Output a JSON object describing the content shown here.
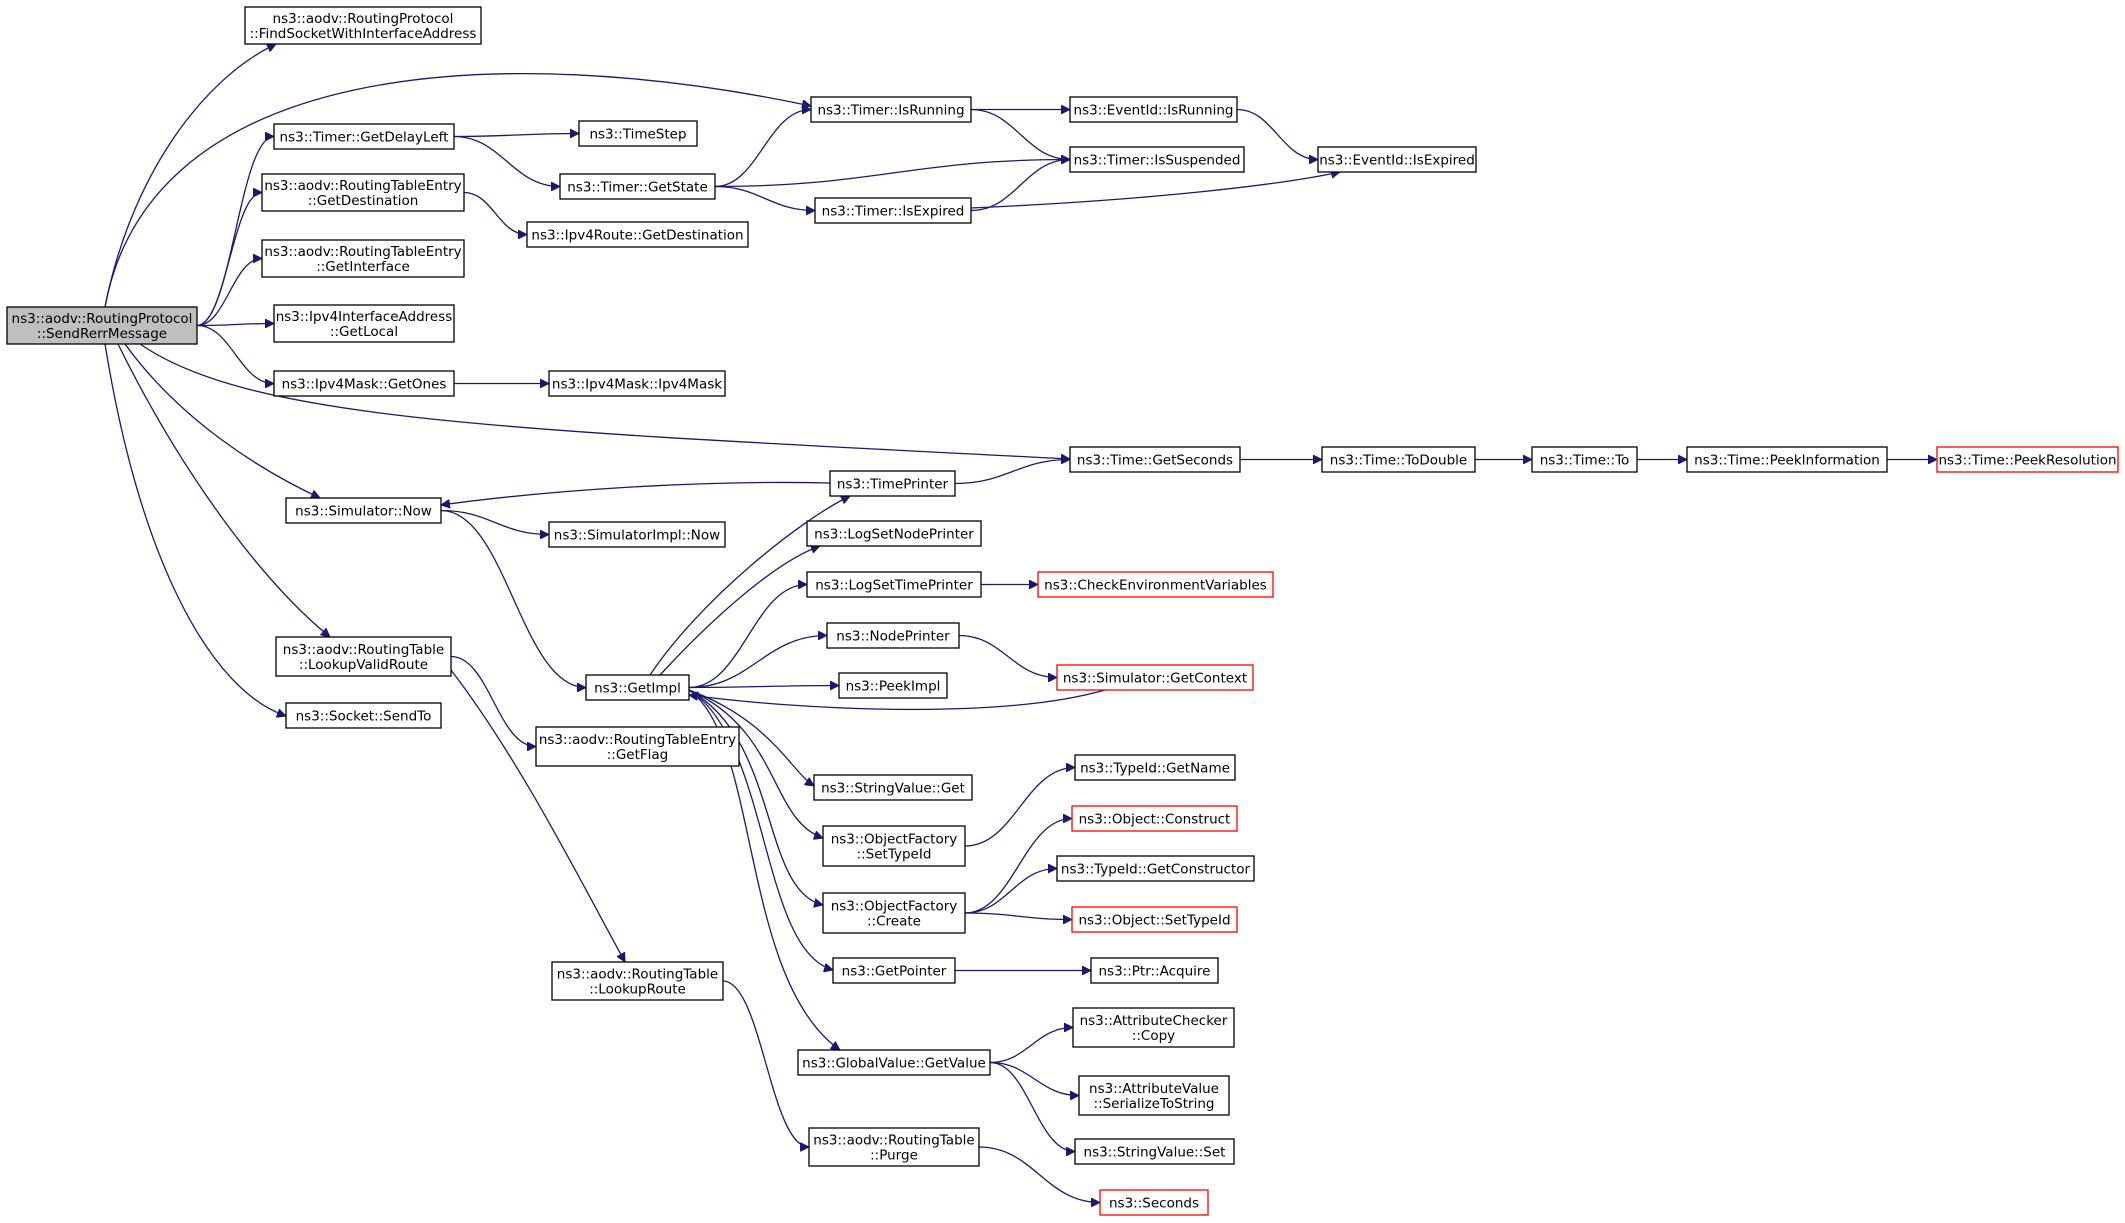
{
  "graph": {
    "title": "",
    "colors": {
      "edge": "#191970",
      "node_border": "#000000",
      "root_fill": "#bfbfbf",
      "truncated_border": "#ff0000"
    },
    "nodes": [
      {
        "id": "root",
        "lines": [
          "ns3::aodv::RoutingProtocol",
          "::SendRerrMessage"
        ],
        "root": true
      },
      {
        "id": "find",
        "lines": [
          "ns3::aodv::RoutingProtocol",
          "::FindSocketWithInterfaceAddress"
        ]
      },
      {
        "id": "getDelayLeft",
        "lines": [
          "ns3::Timer::GetDelayLeft"
        ]
      },
      {
        "id": "rteGetDest",
        "lines": [
          "ns3::aodv::RoutingTableEntry",
          "::GetDestination"
        ]
      },
      {
        "id": "rteGetIface",
        "lines": [
          "ns3::aodv::RoutingTableEntry",
          "::GetInterface"
        ]
      },
      {
        "id": "getLocal",
        "lines": [
          "ns3::Ipv4InterfaceAddress",
          "::GetLocal"
        ]
      },
      {
        "id": "getOnes",
        "lines": [
          "ns3::Ipv4Mask::GetOnes"
        ]
      },
      {
        "id": "simNow",
        "lines": [
          "ns3::Simulator::Now"
        ]
      },
      {
        "id": "lookupValid",
        "lines": [
          "ns3::aodv::RoutingTable",
          "::LookupValidRoute"
        ]
      },
      {
        "id": "sendTo",
        "lines": [
          "ns3::Socket::SendTo"
        ]
      },
      {
        "id": "timeStep",
        "lines": [
          "ns3::TimeStep"
        ]
      },
      {
        "id": "getState",
        "lines": [
          "ns3::Timer::GetState"
        ]
      },
      {
        "id": "ipv4RouteGetDest",
        "lines": [
          "ns3::Ipv4Route::GetDestination"
        ]
      },
      {
        "id": "ipv4Mask",
        "lines": [
          "ns3::Ipv4Mask::Ipv4Mask"
        ]
      },
      {
        "id": "simImplNow",
        "lines": [
          "ns3::SimulatorImpl::Now"
        ]
      },
      {
        "id": "getImpl",
        "lines": [
          "ns3::GetImpl"
        ]
      },
      {
        "id": "getFlag",
        "lines": [
          "ns3::aodv::RoutingTableEntry",
          "::GetFlag"
        ]
      },
      {
        "id": "lookupRoute",
        "lines": [
          "ns3::aodv::RoutingTable",
          "::LookupRoute"
        ]
      },
      {
        "id": "isRunning",
        "lines": [
          "ns3::Timer::IsRunning"
        ]
      },
      {
        "id": "isExpired",
        "lines": [
          "ns3::Timer::IsExpired"
        ]
      },
      {
        "id": "timePrinter",
        "lines": [
          "ns3::TimePrinter"
        ]
      },
      {
        "id": "logNode",
        "lines": [
          "ns3::LogSetNodePrinter"
        ]
      },
      {
        "id": "logTime",
        "lines": [
          "ns3::LogSetTimePrinter"
        ]
      },
      {
        "id": "nodePrinter",
        "lines": [
          "ns3::NodePrinter"
        ]
      },
      {
        "id": "peekImpl",
        "lines": [
          "ns3::PeekImpl"
        ]
      },
      {
        "id": "strGet",
        "lines": [
          "ns3::StringValue::Get"
        ]
      },
      {
        "id": "ofSetTypeId",
        "lines": [
          "ns3::ObjectFactory",
          "::SetTypeId"
        ]
      },
      {
        "id": "ofCreate",
        "lines": [
          "ns3::ObjectFactory",
          "::Create"
        ]
      },
      {
        "id": "getPointer",
        "lines": [
          "ns3::GetPointer"
        ]
      },
      {
        "id": "gvGetValue",
        "lines": [
          "ns3::GlobalValue::GetValue"
        ]
      },
      {
        "id": "purge",
        "lines": [
          "ns3::aodv::RoutingTable",
          "::Purge"
        ]
      },
      {
        "id": "evRunning",
        "lines": [
          "ns3::EventId::IsRunning"
        ]
      },
      {
        "id": "isSuspended",
        "lines": [
          "ns3::Timer::IsSuspended"
        ]
      },
      {
        "id": "getSeconds",
        "lines": [
          "ns3::Time::GetSeconds"
        ]
      },
      {
        "id": "checkEnv",
        "lines": [
          "ns3::CheckEnvironmentVariables"
        ],
        "truncated": true
      },
      {
        "id": "getContext",
        "lines": [
          "ns3::Simulator::GetContext"
        ],
        "truncated": true
      },
      {
        "id": "tidGetName",
        "lines": [
          "ns3::TypeId::GetName"
        ]
      },
      {
        "id": "objConstruct",
        "lines": [
          "ns3::Object::Construct"
        ],
        "truncated": true
      },
      {
        "id": "tidGetCtor",
        "lines": [
          "ns3::TypeId::GetConstructor"
        ]
      },
      {
        "id": "objSetTypeId",
        "lines": [
          "ns3::Object::SetTypeId"
        ],
        "truncated": true
      },
      {
        "id": "ptrAcquire",
        "lines": [
          "ns3::Ptr::Acquire"
        ]
      },
      {
        "id": "acCopy",
        "lines": [
          "ns3::AttributeChecker",
          "::Copy"
        ]
      },
      {
        "id": "avSerialize",
        "lines": [
          "ns3::AttributeValue",
          "::SerializeToString"
        ]
      },
      {
        "id": "strSet",
        "lines": [
          "ns3::StringValue::Set"
        ]
      },
      {
        "id": "seconds",
        "lines": [
          "ns3::Seconds"
        ],
        "truncated": true
      },
      {
        "id": "evExpired",
        "lines": [
          "ns3::EventId::IsExpired"
        ]
      },
      {
        "id": "toDouble",
        "lines": [
          "ns3::Time::ToDouble"
        ]
      },
      {
        "id": "timeTo",
        "lines": [
          "ns3::Time::To"
        ]
      },
      {
        "id": "peekInfo",
        "lines": [
          "ns3::Time::PeekInformation"
        ]
      },
      {
        "id": "peekRes",
        "lines": [
          "ns3::Time::PeekResolution"
        ],
        "truncated": true
      }
    ],
    "edges": [
      {
        "from": "root",
        "to": "find"
      },
      {
        "from": "root",
        "to": "isRunning"
      },
      {
        "from": "root",
        "to": "getDelayLeft"
      },
      {
        "from": "root",
        "to": "rteGetDest"
      },
      {
        "from": "root",
        "to": "rteGetIface"
      },
      {
        "from": "root",
        "to": "getLocal"
      },
      {
        "from": "root",
        "to": "getOnes"
      },
      {
        "from": "root",
        "to": "getSeconds"
      },
      {
        "from": "root",
        "to": "simNow"
      },
      {
        "from": "root",
        "to": "lookupValid"
      },
      {
        "from": "root",
        "to": "sendTo"
      },
      {
        "from": "getDelayLeft",
        "to": "timeStep"
      },
      {
        "from": "getDelayLeft",
        "to": "getState"
      },
      {
        "from": "getState",
        "to": "isRunning"
      },
      {
        "from": "getState",
        "to": "isSuspended"
      },
      {
        "from": "getState",
        "to": "isExpired"
      },
      {
        "from": "isRunning",
        "to": "evRunning"
      },
      {
        "from": "isRunning",
        "to": "isSuspended"
      },
      {
        "from": "isExpired",
        "to": "isSuspended"
      },
      {
        "from": "isExpired",
        "to": "evExpired"
      },
      {
        "from": "evRunning",
        "to": "evExpired"
      },
      {
        "from": "rteGetDest",
        "to": "ipv4RouteGetDest"
      },
      {
        "from": "getOnes",
        "to": "ipv4Mask"
      },
      {
        "from": "getSeconds",
        "to": "toDouble"
      },
      {
        "from": "toDouble",
        "to": "timeTo"
      },
      {
        "from": "timeTo",
        "to": "peekInfo"
      },
      {
        "from": "peekInfo",
        "to": "peekRes"
      },
      {
        "from": "timePrinter",
        "to": "getSeconds"
      },
      {
        "from": "timePrinter",
        "to": "simNow"
      },
      {
        "from": "simNow",
        "to": "simImplNow"
      },
      {
        "from": "simNow",
        "to": "getImpl"
      },
      {
        "from": "lookupValid",
        "to": "getFlag"
      },
      {
        "from": "lookupValid",
        "to": "lookupRoute"
      },
      {
        "from": "lookupRoute",
        "to": "purge"
      },
      {
        "from": "getImpl",
        "to": "timePrinter"
      },
      {
        "from": "getImpl",
        "to": "logNode"
      },
      {
        "from": "getImpl",
        "to": "logTime"
      },
      {
        "from": "getImpl",
        "to": "nodePrinter"
      },
      {
        "from": "getImpl",
        "to": "peekImpl"
      },
      {
        "from": "getImpl",
        "to": "strGet"
      },
      {
        "from": "getImpl",
        "to": "ofSetTypeId"
      },
      {
        "from": "getImpl",
        "to": "ofCreate"
      },
      {
        "from": "getImpl",
        "to": "getPointer"
      },
      {
        "from": "getImpl",
        "to": "gvGetValue"
      },
      {
        "from": "getContext",
        "to": "getImpl"
      },
      {
        "from": "logTime",
        "to": "checkEnv"
      },
      {
        "from": "nodePrinter",
        "to": "getContext"
      },
      {
        "from": "ofSetTypeId",
        "to": "tidGetName"
      },
      {
        "from": "ofCreate",
        "to": "objConstruct"
      },
      {
        "from": "ofCreate",
        "to": "tidGetCtor"
      },
      {
        "from": "ofCreate",
        "to": "objSetTypeId"
      },
      {
        "from": "getPointer",
        "to": "ptrAcquire"
      },
      {
        "from": "gvGetValue",
        "to": "acCopy"
      },
      {
        "from": "gvGetValue",
        "to": "avSerialize"
      },
      {
        "from": "gvGetValue",
        "to": "strSet"
      },
      {
        "from": "purge",
        "to": "seconds"
      }
    ]
  }
}
